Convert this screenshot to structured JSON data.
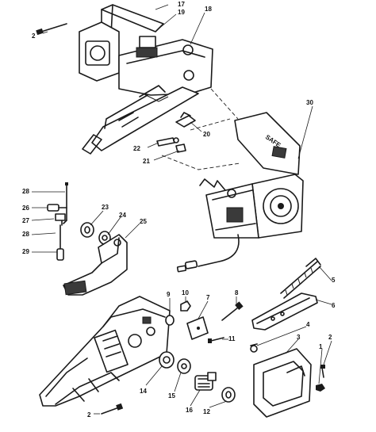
{
  "diagram": {
    "callouts": [
      "1",
      "2",
      "3",
      "4",
      "5",
      "6",
      "7",
      "8",
      "9",
      "10",
      "11",
      "12",
      "14",
      "15",
      "16",
      "17",
      "18",
      "19",
      "20",
      "21",
      "22",
      "23",
      "24",
      "25",
      "26",
      "27",
      "28",
      "29",
      "30"
    ],
    "callout_labels": {
      "c1": "1",
      "c2a": "2",
      "c2b": "2",
      "c2c": "2",
      "c3": "3",
      "c4": "4",
      "c5": "5",
      "c6": "6",
      "c7": "7",
      "c8": "8",
      "c9": "9",
      "c10": "10",
      "c11": "11",
      "c12": "12",
      "c14": "14",
      "c15": "15",
      "c16": "16",
      "c17": "17",
      "c18": "18",
      "c19": "19",
      "c20": "20",
      "c21": "21",
      "c22": "22",
      "c23": "23",
      "c24": "24",
      "c25": "25",
      "c26": "26",
      "c27": "27",
      "c28a": "28",
      "c28b": "28",
      "c29": "29",
      "c30": "30"
    },
    "motor_label": "SAFE"
  }
}
